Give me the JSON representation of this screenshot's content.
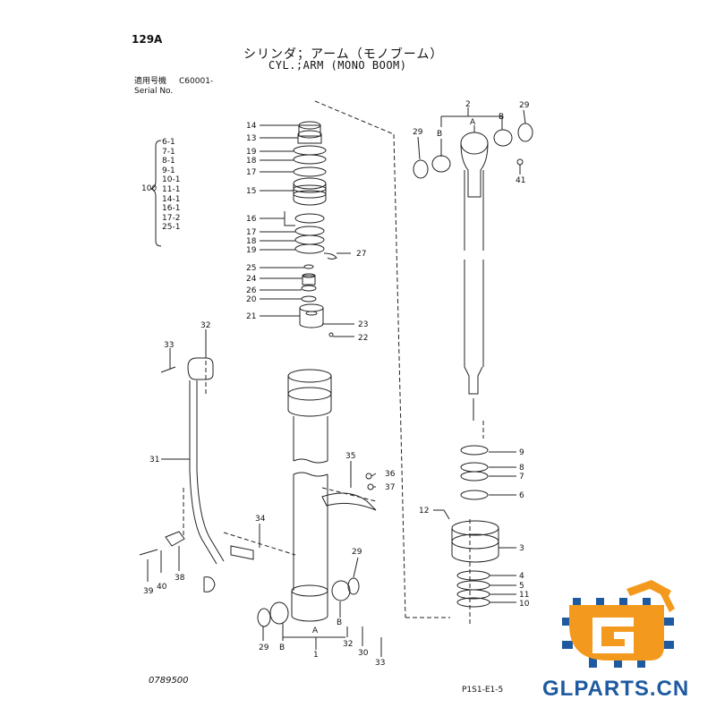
{
  "header": {
    "page_id": "129A",
    "title_ja": "シリンダ；アーム（モノブーム）",
    "title_en": "CYL.;ARM (MONO BOOM)",
    "serial_label_ja": "適用号機",
    "serial_label_en": "Serial No.",
    "serial_value": "C60001-"
  },
  "applicability": {
    "qty": "100",
    "items": [
      "6-1",
      "7-1",
      "8-1",
      "9-1",
      "10-1",
      "11-1",
      "14-1",
      "16-1",
      "17-2",
      "25-1"
    ]
  },
  "callouts": {
    "c14": "14",
    "c13": "13",
    "c19a": "19",
    "c18a": "18",
    "c17a": "17",
    "c15": "15",
    "c16": "16",
    "c17b": "17",
    "c18b": "18",
    "c19b": "19",
    "c27": "27",
    "c25": "25",
    "c24": "24",
    "c26": "26",
    "c20": "20",
    "c21": "21",
    "c23": "23",
    "c22": "22",
    "c32a": "32",
    "c33a": "33",
    "c31": "31",
    "c34": "34",
    "c35": "35",
    "c36": "36",
    "c37": "37",
    "c38": "38",
    "c39": "39",
    "c40": "40",
    "c29a": "29",
    "c29b": "29",
    "c29c": "29",
    "c29d": "29",
    "cBa": "B",
    "cAa": "A",
    "c1": "1",
    "cBb": "B",
    "c32b": "32",
    "c30": "30",
    "c33b": "33",
    "c2": "2",
    "cAb": "A",
    "cBc": "B",
    "cBd": "B",
    "c41": "41",
    "c9": "9",
    "c8": "8",
    "c7": "7",
    "c6": "6",
    "c12": "12",
    "c3": "3",
    "c4": "4",
    "c5": "5",
    "c11": "11",
    "c10": "10"
  },
  "footer": {
    "drawing_no": "0789500",
    "ref_code": "P1S1-E1-5"
  },
  "brand": {
    "text": "GLPARTS.CN",
    "color_orange": "#f39a1e",
    "color_blue": "#1e5aa0",
    "icon": "gear-logo-icon"
  }
}
